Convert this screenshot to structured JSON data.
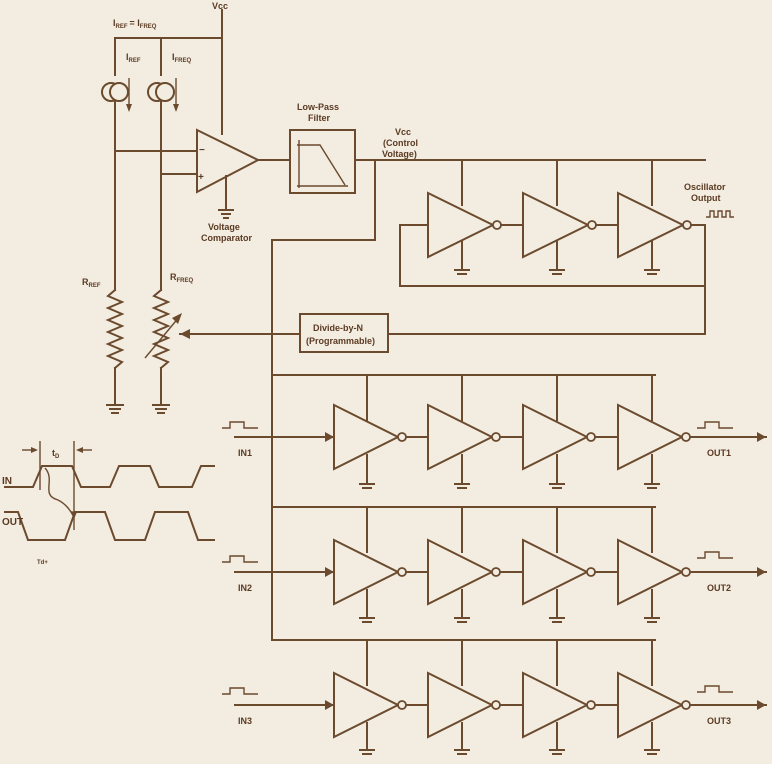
{
  "labels": {
    "vcc_top": "Vcc",
    "i_ref_eq": "I",
    "i_ref_eq_sub": "REF",
    "i_freq_eq": "= I",
    "i_freq_eq_sub": "FREQ",
    "i_ref": "I",
    "i_ref_sub": "REF",
    "i_freq": "I",
    "i_freq_sub": "FREQ",
    "lpf_line1": "Low-Pass",
    "lpf_line2": "Filter",
    "vcc_ctrl_line1": "Vcc",
    "vcc_ctrl_line2": "(Control",
    "vcc_ctrl_line3": "Voltage)",
    "comparator_line1": "Voltage",
    "comparator_line2": "Comparator",
    "osc_line1": "Oscillator",
    "osc_line2": "Output",
    "r_ref": "R",
    "r_ref_sub": "REF",
    "r_freq": "R",
    "r_freq_sub": "FREQ",
    "divider_line1": "Divide-by-N",
    "divider_line2": "(Programmable)",
    "minus": "−",
    "plus": "+",
    "in1": "IN1",
    "in2": "IN2",
    "in3": "IN3",
    "out1": "OUT1",
    "out2": "OUT2",
    "out3": "OUT3",
    "timing_in": "IN",
    "timing_out": "OUT",
    "timing_tp": "t",
    "timing_tp_sub": "D",
    "timing_caption": "Td+"
  },
  "colors": {
    "line": "#6b4a2e",
    "text": "#5b3a22",
    "background": "#f3ede1"
  }
}
